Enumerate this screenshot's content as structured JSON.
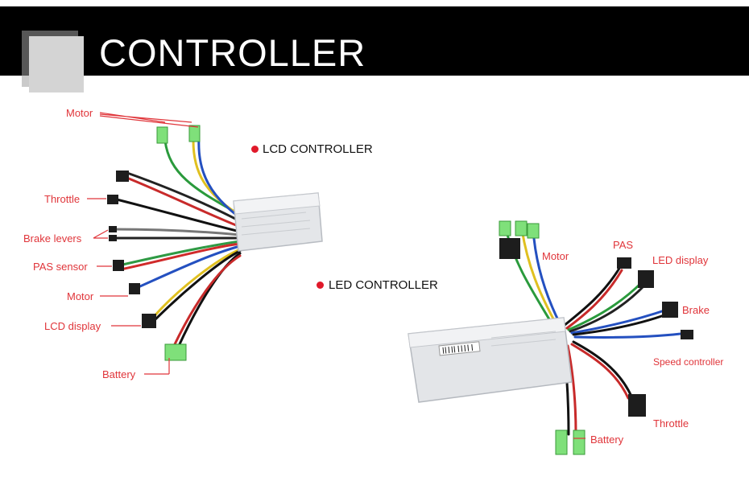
{
  "header": {
    "title": "CONTROLLER"
  },
  "lcd": {
    "section_label": "LCD CONTROLLER",
    "labels": {
      "motor_top": "Motor",
      "throttle": "Throttle",
      "brake_levers": "Brake levers",
      "pas_sensor": "PAS sensor",
      "motor": "Motor",
      "lcd_display": "LCD display",
      "battery": "Battery"
    }
  },
  "led": {
    "section_label": "LED CONTROLLER",
    "labels": {
      "motor": "Motor",
      "pas": "PAS",
      "led_display": "LED display",
      "brake": "Brake",
      "speed_controller": "Speed controller",
      "throttle": "Throttle",
      "battery": "Battery"
    }
  },
  "colors": {
    "label_red": "#e0353a",
    "banner": "#000000",
    "bullet": "#e0192a"
  }
}
